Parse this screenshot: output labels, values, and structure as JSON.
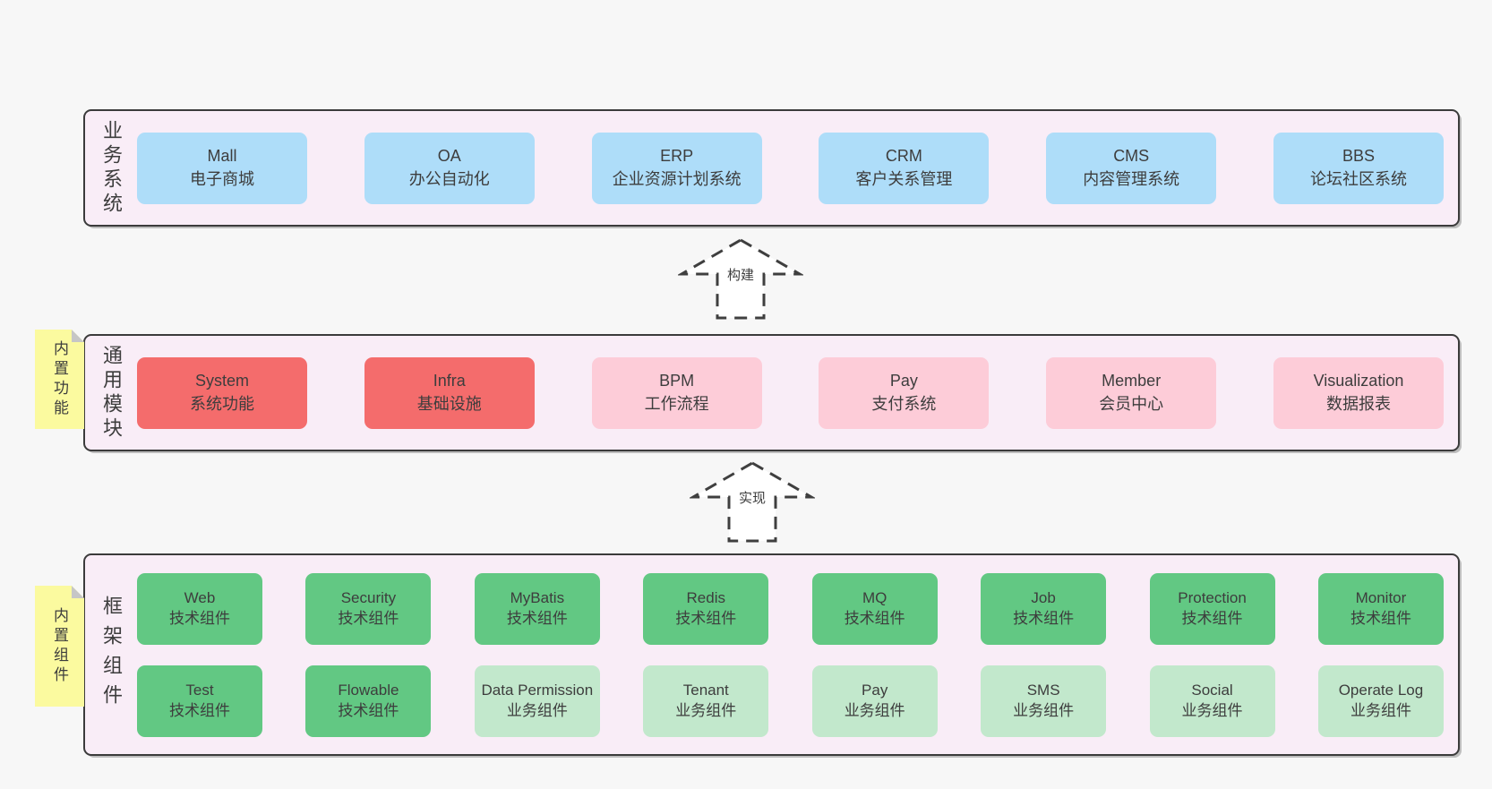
{
  "colors": {
    "page_bg": "#f7f7f7",
    "band_bg": "#f9edf7",
    "band_border": "#3b3b3b",
    "blue": "#aeddf9",
    "red": "#f46c6c",
    "pink": "#fdccd8",
    "green": "#62c883",
    "green_light": "#c2e8cc",
    "yellow": "#fbfa9f",
    "fold_gray": "#c6c6c6",
    "text": "#3d3d3d",
    "arrow": "#3f3f3f"
  },
  "bands": [
    {
      "label": "业务系统",
      "boxes": [
        {
          "title": "Mall",
          "subtitle": "电子商城"
        },
        {
          "title": "OA",
          "subtitle": "办公自动化"
        },
        {
          "title": "ERP",
          "subtitle": "企业资源计划系统"
        },
        {
          "title": "CRM",
          "subtitle": "客户关系管理"
        },
        {
          "title": "CMS",
          "subtitle": "内容管理系统"
        },
        {
          "title": "BBS",
          "subtitle": "论坛社区系统"
        }
      ]
    },
    {
      "label": "通用模块",
      "sticky": "内置功能",
      "boxes": [
        {
          "title": "System",
          "subtitle": "系统功能"
        },
        {
          "title": "Infra",
          "subtitle": "基础设施"
        },
        {
          "title": "BPM",
          "subtitle": "工作流程"
        },
        {
          "title": "Pay",
          "subtitle": "支付系统"
        },
        {
          "title": "Member",
          "subtitle": "会员中心"
        },
        {
          "title": "Visualization",
          "subtitle": "数据报表"
        }
      ]
    },
    {
      "label": "框架组件",
      "sticky": "内置组件",
      "rows": [
        [
          {
            "title": "Web",
            "subtitle": "技术组件"
          },
          {
            "title": "Security",
            "subtitle": "技术组件"
          },
          {
            "title": "MyBatis",
            "subtitle": "技术组件"
          },
          {
            "title": "Redis",
            "subtitle": "技术组件"
          },
          {
            "title": "MQ",
            "subtitle": "技术组件"
          },
          {
            "title": "Job",
            "subtitle": "技术组件"
          },
          {
            "title": "Protection",
            "subtitle": "技术组件"
          },
          {
            "title": "Monitor",
            "subtitle": "技术组件"
          }
        ],
        [
          {
            "title": "Test",
            "subtitle": "技术组件"
          },
          {
            "title": "Flowable",
            "subtitle": "技术组件"
          },
          {
            "title": "Data Permission",
            "subtitle": "业务组件"
          },
          {
            "title": "Tenant",
            "subtitle": "业务组件"
          },
          {
            "title": "Pay",
            "subtitle": "业务组件"
          },
          {
            "title": "SMS",
            "subtitle": "业务组件"
          },
          {
            "title": "Social",
            "subtitle": "业务组件"
          },
          {
            "title": "Operate Log",
            "subtitle": "业务组件"
          }
        ]
      ]
    }
  ],
  "arrows": [
    {
      "label": "构建"
    },
    {
      "label": "实现"
    }
  ]
}
